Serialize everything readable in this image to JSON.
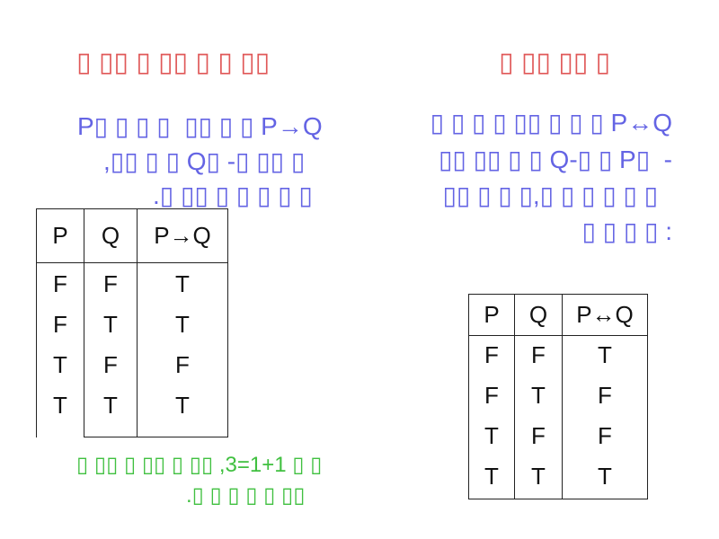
{
  "left": {
    "title": "▯ ▯▯ ▯ ▯▯ ▯ ▯ ▯▯",
    "paragraph": [
      "P▯ ▯ ▯ ▯  ▯▯ ▯ ▯ P→Q",
      ",▯▯ ▯ ▯ Q▯ -▯ ▯▯ ▯",
      ".▯ ▯▯ ▯ ▯ ▯ ▯ ▯"
    ],
    "table": {
      "headers": [
        "P",
        "Q",
        "P→Q"
      ],
      "rows": [
        [
          "F",
          "F",
          "T"
        ],
        [
          "F",
          "T",
          "T"
        ],
        [
          "T",
          "F",
          "F"
        ],
        [
          "T",
          "T",
          "T"
        ]
      ]
    },
    "note": [
      "▯ ▯▯ ▯ ▯▯ ▯ ▯▯ ,3=1+1 ▯ ▯",
      ".▯ ▯ ▯ ▯ ▯ ▯▯"
    ]
  },
  "right": {
    "title": "▯ ▯▯ ▯▯ ▯",
    "paragraph": [
      "▯ ▯ ▯ ▯ ▯▯ ▯ ▯ ▯ P↔Q",
      "▯▯ ▯▯ ▯ ▯ Q-▯ ▯ P▯  -",
      "▯▯ ▯ ▯ ▯,▯ ▯ ▯ ▯ ▯ ▯",
      "▯ ▯ ▯ ▯ :"
    ],
    "table": {
      "headers": [
        "P",
        "Q",
        "P↔Q"
      ],
      "rows": [
        [
          "F",
          "F",
          "T"
        ],
        [
          "F",
          "T",
          "F"
        ],
        [
          "T",
          "F",
          "F"
        ],
        [
          "T",
          "T",
          "T"
        ]
      ]
    }
  },
  "colors": {
    "title": "#e05858",
    "body": "#6464e4",
    "note": "#40c040"
  }
}
